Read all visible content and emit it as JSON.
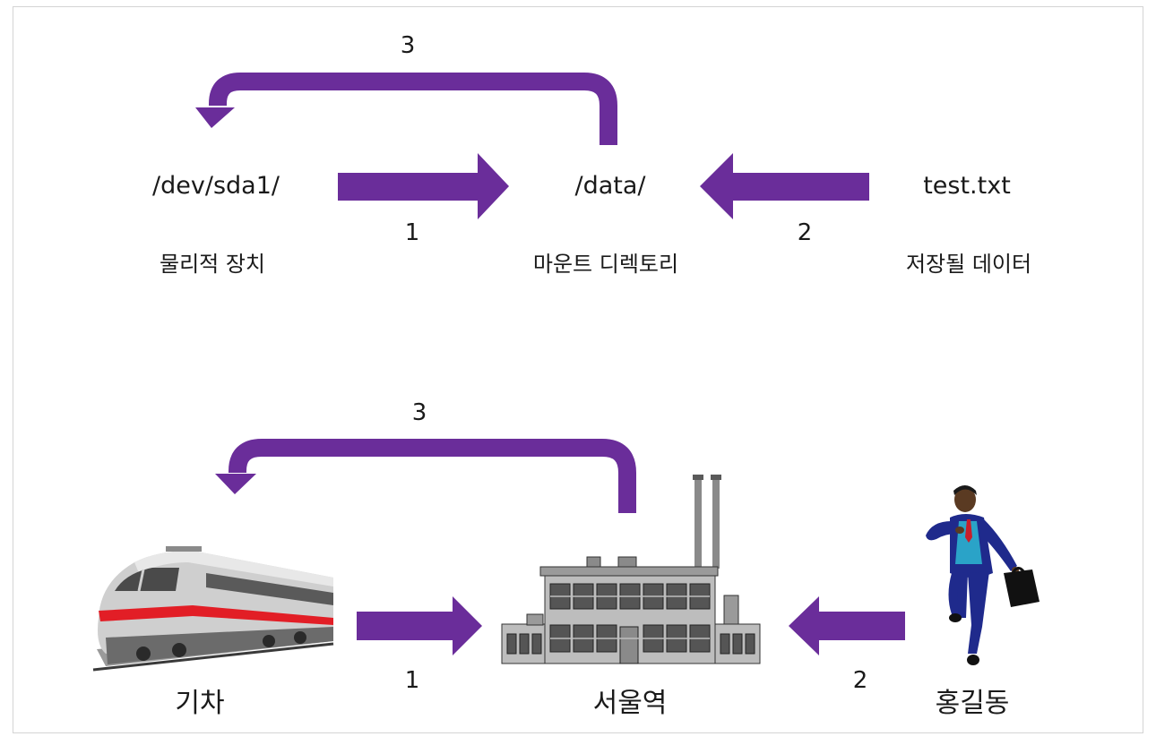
{
  "top": {
    "device_path": "/dev/sda1/",
    "device_desc": "물리적 장치",
    "mount_path": "/data/",
    "mount_desc": "마운트 디렉토리",
    "file_name": "test.txt",
    "file_desc": "저장될 데이터",
    "step1": "1",
    "step2": "2",
    "step3": "3"
  },
  "bottom": {
    "train_label": "기차",
    "station_label": "서울역",
    "person_label": "홍길동",
    "step1": "1",
    "step2": "2",
    "step3": "3"
  },
  "colors": {
    "arrow": "#6a2d9a",
    "rail_stripe": "#e21e26",
    "suit": "#1f2a8c",
    "vest": "#2aa3c8"
  },
  "icons": [
    "train-illustration",
    "station-building-illustration",
    "businessman-illustration"
  ]
}
